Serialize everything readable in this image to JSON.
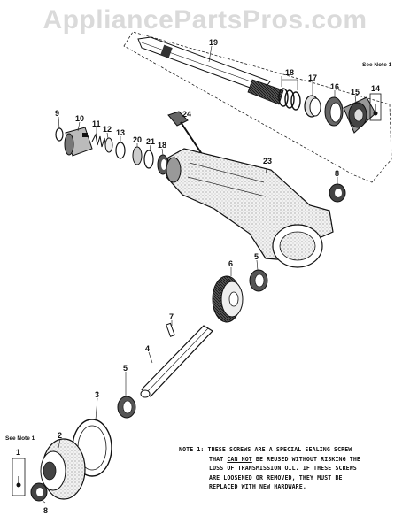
{
  "watermark": "AppliancePartsPros.com",
  "note": {
    "line1": "NOTE 1: THESE SCREWS ARE A SPECIAL SEALING SCREW",
    "line2_pre": "THAT ",
    "line2_em": "CAN NOT",
    "line2_post": " BE REUSED WITHOUT RISKING THE",
    "line3": "LOSS OF TRANSMISSION OIL.  IF THESE SCREWS",
    "line4": "ARE LOOSENED OR REMOVED, THEY MUST BE",
    "line5": "REPLACED WITH NEW HARDWARE."
  },
  "see_note_top": "See Note 1",
  "see_note_bottom": "See Note 1",
  "labels": {
    "p19": "19",
    "p18": "18",
    "p17": "17",
    "p16": "16",
    "p15": "15",
    "p14": "14",
    "p9": "9",
    "p10": "10",
    "p11": "11",
    "p12": "12",
    "p13": "13",
    "p20": "20",
    "p21": "21",
    "p18b": "18",
    "p24": "24",
    "p23": "23",
    "p8": "8",
    "p6": "6",
    "p5": "5",
    "p7": "7",
    "p4": "4",
    "p5b": "5",
    "p3": "3",
    "p2": "2",
    "p1": "1",
    "p8b": "8"
  }
}
